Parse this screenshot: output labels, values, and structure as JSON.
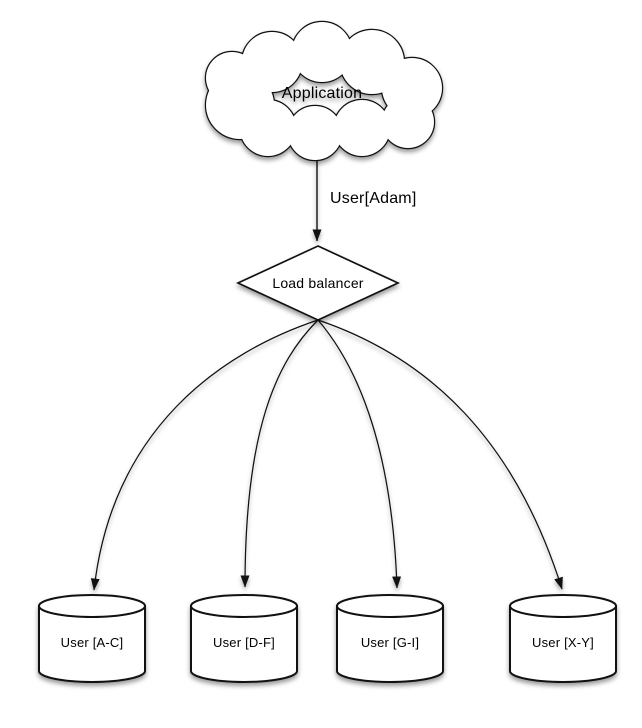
{
  "diagram": {
    "nodes": {
      "application": {
        "label": "Application",
        "shape": "cloud"
      },
      "load_balancer": {
        "label": "Load balancer",
        "shape": "diamond"
      },
      "shards": [
        {
          "label": "User [A-C]",
          "shape": "cylinder"
        },
        {
          "label": "User [D-F]",
          "shape": "cylinder"
        },
        {
          "label": "User [G-I]",
          "shape": "cylinder"
        },
        {
          "label": "User [X-Y]",
          "shape": "cylinder"
        }
      ]
    },
    "edges": {
      "app_to_lb": {
        "label": "User[Adam]"
      }
    },
    "colors": {
      "stroke": "#111111",
      "fill": "#ffffff",
      "text": "#000000",
      "background": "#ffffff"
    }
  }
}
